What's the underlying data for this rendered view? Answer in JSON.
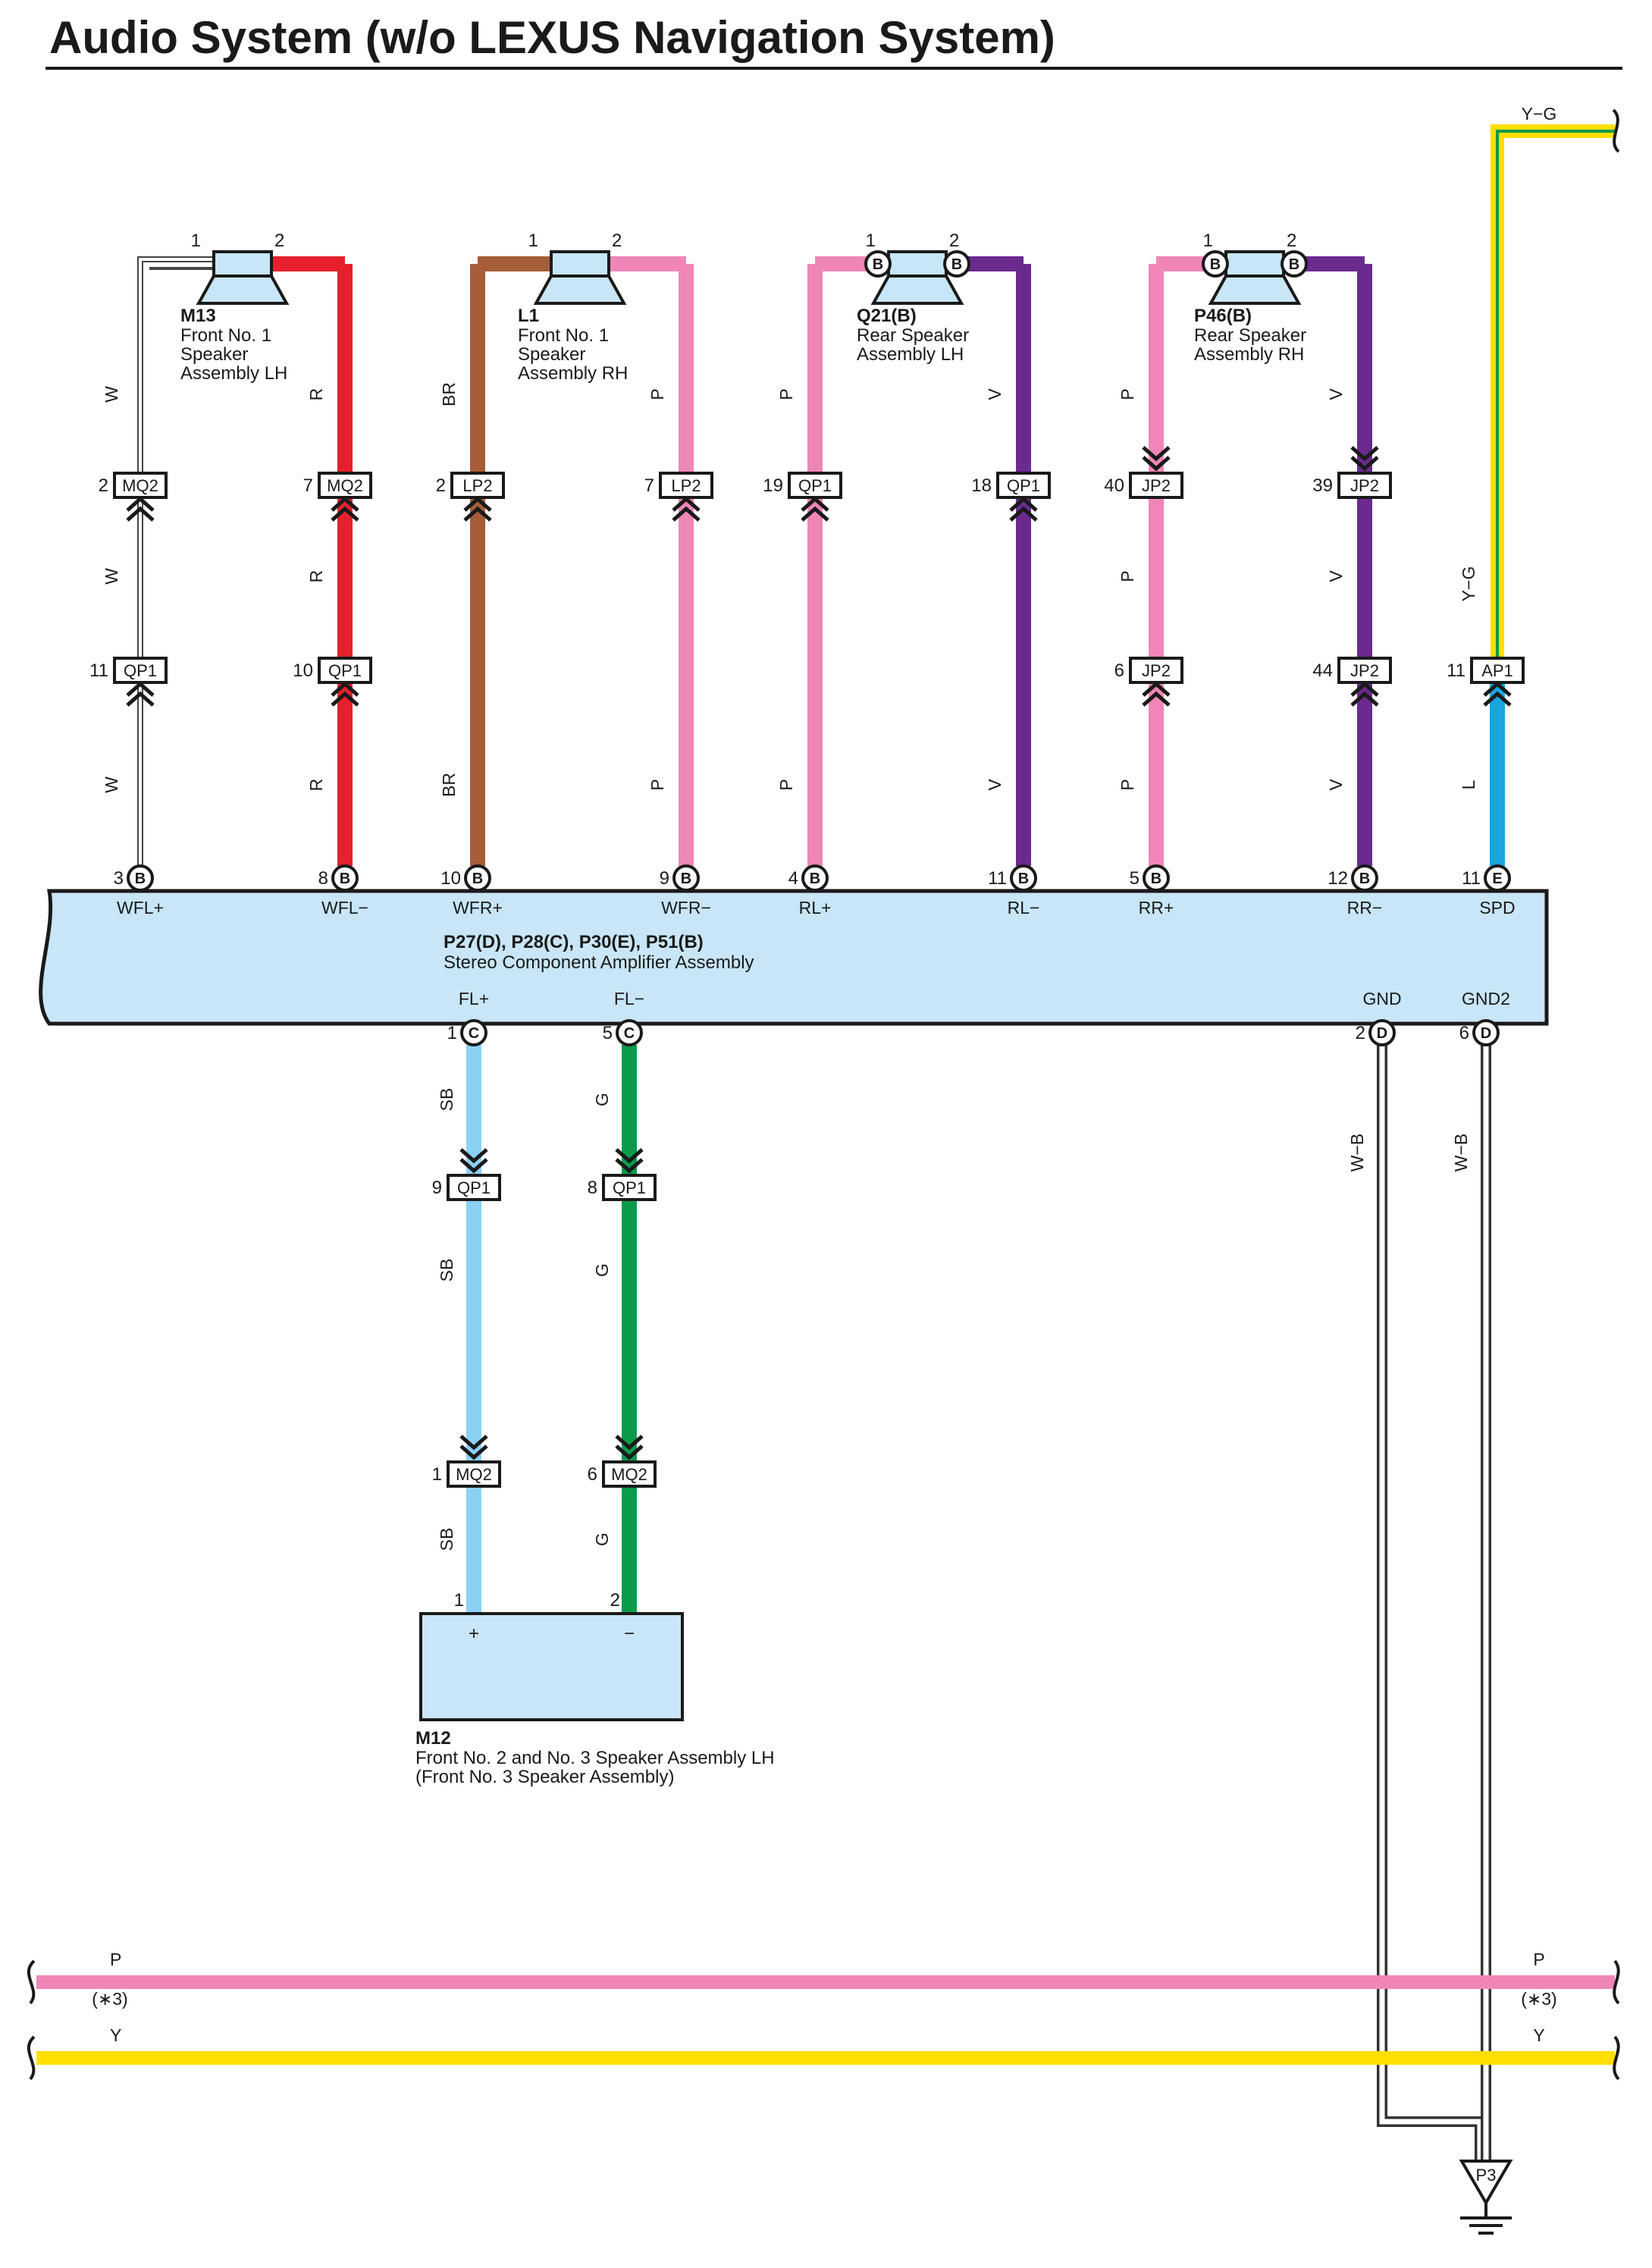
{
  "title": "Audio System (w/o LEXUS Navigation System)",
  "colors": {
    "W": "#ffffff",
    "R": "#e5202c",
    "BR": "#a65d38",
    "P": "#ef86b7",
    "V": "#6a2a8e",
    "L": "#19a6e0",
    "SB": "#8ad1f5",
    "G": "#0b9a4a",
    "Y": "#ffde00",
    "Y-G": "#ffde00",
    "W-B": "#ffffff",
    "box": "#c8e6f7"
  },
  "amplifier": {
    "ids": "P27(D), P28(C), P30(E), P51(B)",
    "name": "Stereo Component Amplifier Assembly"
  },
  "speakers": [
    {
      "id": "M13",
      "line1": "Front No.  1",
      "line2": "Speaker",
      "line3": "Assembly LH",
      "pin_a": "1",
      "pin_b": "2"
    },
    {
      "id": "L1",
      "line1": "Front No.  1",
      "line2": "Speaker",
      "line3": "Assembly RH",
      "pin_a": "1",
      "pin_b": "2"
    },
    {
      "id": "Q21(B)",
      "line1": "Rear Speaker",
      "line2": "Assembly LH",
      "line3": "",
      "pin_a": "1",
      "pin_b": "2"
    },
    {
      "id": "P46(B)",
      "line1": "Rear Speaker",
      "line2": "Assembly RH",
      "line3": "",
      "pin_a": "1",
      "pin_b": "2"
    }
  ],
  "m12": {
    "id": "M12",
    "line1": "Front No.  2 and No.  3 Speaker Assembly LH",
    "line2": "(Front No.  3 Speaker Assembly)",
    "plus": "+",
    "minus": "−",
    "pin_a": "1",
    "pin_b": "2"
  },
  "upper_wires": [
    {
      "signal": "WFL+",
      "pin": "3",
      "term": "B",
      "color": "W",
      "conn1": {
        "name": "MQ2",
        "pin": "2"
      },
      "conn2": {
        "name": "QP1",
        "pin": "11"
      },
      "labels": [
        "W",
        "W",
        "W"
      ]
    },
    {
      "signal": "WFL−",
      "pin": "8",
      "term": "B",
      "color": "R",
      "conn1": {
        "name": "MQ2",
        "pin": "7"
      },
      "conn2": {
        "name": "QP1",
        "pin": "10"
      },
      "labels": [
        "R",
        "R",
        "R"
      ]
    },
    {
      "signal": "WFR+",
      "pin": "10",
      "term": "B",
      "color": "BR",
      "conn1": {
        "name": "LP2",
        "pin": "2"
      },
      "conn2": null,
      "labels": [
        "BR",
        "BR"
      ]
    },
    {
      "signal": "WFR−",
      "pin": "9",
      "term": "B",
      "color": "P",
      "conn1": {
        "name": "LP2",
        "pin": "7"
      },
      "conn2": null,
      "labels": [
        "P",
        "P"
      ]
    },
    {
      "signal": "RL+",
      "pin": "4",
      "term": "B",
      "color": "P",
      "conn1": {
        "name": "QP1",
        "pin": "19"
      },
      "conn2": null,
      "labels": [
        "P",
        "P"
      ]
    },
    {
      "signal": "RL−",
      "pin": "11",
      "term": "B",
      "color": "V",
      "conn1": {
        "name": "QP1",
        "pin": "18"
      },
      "conn2": null,
      "labels": [
        "V",
        "V"
      ]
    },
    {
      "signal": "RR+",
      "pin": "5",
      "term": "B",
      "color": "P",
      "conn1": {
        "name": "JP2",
        "pin": "40"
      },
      "conn2": {
        "name": "JP2",
        "pin": "6"
      },
      "labels": [
        "P",
        "P",
        "P"
      ]
    },
    {
      "signal": "RR−",
      "pin": "12",
      "term": "B",
      "color": "V",
      "conn1": {
        "name": "JP2",
        "pin": "39"
      },
      "conn2": {
        "name": "JP2",
        "pin": "44"
      },
      "labels": [
        "V",
        "V",
        "V"
      ]
    },
    {
      "signal": "SPD",
      "pin": "11",
      "term": "E",
      "color": "L",
      "conn1": {
        "name": "AP1",
        "pin": "11"
      },
      "labels": [
        "Y−G",
        "L"
      ]
    }
  ],
  "lower_wires": [
    {
      "signal": "FL+",
      "pin": "1",
      "term": "C",
      "color": "SB",
      "conn1": {
        "name": "QP1",
        "pin": "9"
      },
      "conn2": {
        "name": "MQ2",
        "pin": "1"
      },
      "labels": [
        "SB",
        "SB",
        "SB"
      ]
    },
    {
      "signal": "FL−",
      "pin": "5",
      "term": "C",
      "color": "G",
      "conn1": {
        "name": "QP1",
        "pin": "8"
      },
      "conn2": {
        "name": "MQ2",
        "pin": "6"
      },
      "labels": [
        "G",
        "G",
        "G"
      ]
    },
    {
      "signal": "GND",
      "pin": "2",
      "term": "D",
      "color": "W-B",
      "label": "W−B"
    },
    {
      "signal": "GND2",
      "pin": "6",
      "term": "D",
      "color": "W-B",
      "label": "W−B"
    }
  ],
  "top_right_wire": "Y−G",
  "bus_wires": [
    {
      "color": "P",
      "label": "P",
      "note": "(∗3)"
    },
    {
      "color": "Y",
      "label": "Y",
      "note": ""
    }
  ],
  "ground": {
    "id": "P3"
  }
}
